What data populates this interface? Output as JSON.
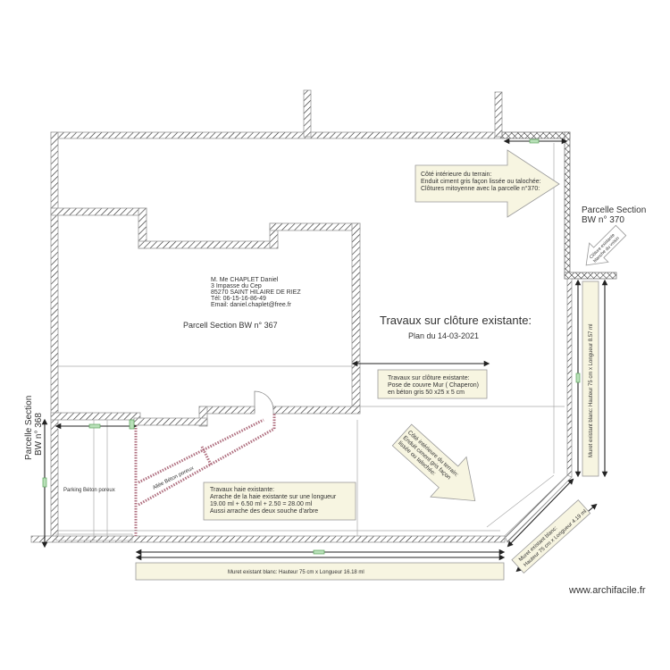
{
  "plan": {
    "title": "Travaux sur clôture existante:",
    "subtitle": "Plan du 14-03-2021",
    "parcel_main": "Parcell Section BW n° 367",
    "parcel_left": [
      "Parcelle Section",
      "BW n° 368"
    ],
    "parcel_right": [
      "Parcelle Section",
      "BW n° 370"
    ],
    "owner": [
      "M. Me CHAPLET Daniel",
      "3 Impasse du Cep",
      "85270 SAINT HILAIRE DE RIEZ",
      "Tél: 06-15-16-86-49",
      "Email: daniel.chaplet@free.fr"
    ],
    "note_interior_top": [
      "Côté intérieure du terrain:",
      "Enduit ciment gris façon lissée ou talochée:",
      "Clôtures mitoyenne avec la parcelle n°370:"
    ],
    "note_interior_diag": [
      "Côté intérieure du terrain:",
      "Enduit ciment gris façon",
      "lissée ou talochée:"
    ],
    "note_neighbor": [
      "Clôture existante",
      "blanche du voisin"
    ],
    "note_chaperon": [
      "Travaux sur clôture existante:",
      "Pose de couvre Mur ( Chaperon)",
      "en béton gris 50 x25 x 5 cm"
    ],
    "note_hedge": [
      "Travaux haie existante:",
      "Arrache de la haie existante  sur une longueur",
      " 19.00 ml + 6.50 ml + 2.50 = 28.00 ml",
      " Aussi arrache des deux souche d'arbre"
    ],
    "parking": "Parking Béton poreux",
    "allee": "Allée Béton poreux",
    "muret_right": "Muret existant blanc: Hauteur 75 cm x Longueur 8.57 ml",
    "muret_bottom": "Muret existant blanc: Hauteur 75 cm x Longueur 16.18 ml",
    "muret_diag": [
      "Muret existant blanc:",
      "Hauteur 75 cm x Longueur 4.19 ml"
    ]
  },
  "watermark": "www.archifacile.fr",
  "colors": {
    "note_fill": "#f7f5e1",
    "hedge": "#b07080",
    "tag": "#b8e0b8"
  }
}
